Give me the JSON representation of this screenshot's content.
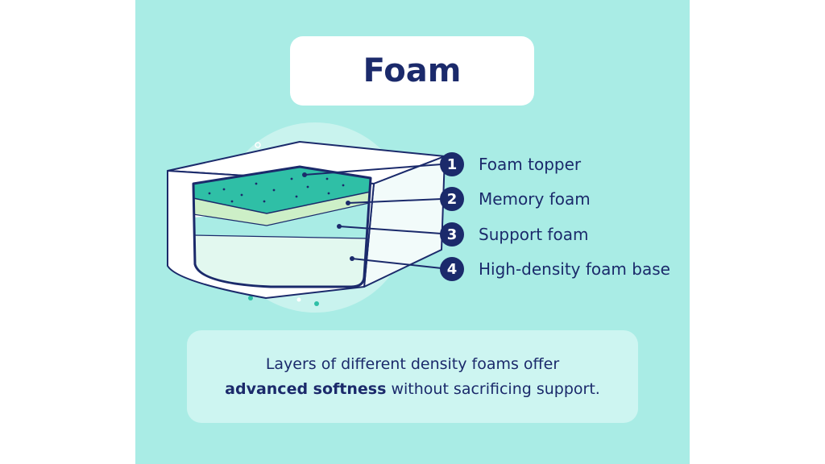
{
  "title": "Foam",
  "layers": [
    {
      "number": "1",
      "label": "Foam topper"
    },
    {
      "number": "2",
      "label": "Memory foam"
    },
    {
      "number": "3",
      "label": "Support foam"
    },
    {
      "number": "4",
      "label": "High-density foam base"
    }
  ],
  "caption": {
    "line1": "Layers of different density foams offer",
    "line2_bold": "advanced softness",
    "line2_rest": " without sacrificing support."
  },
  "colors": {
    "background": "#a9ece5",
    "navy": "#1b2a6b",
    "topper": "#2fbfa6",
    "memory_foam": "#cdefc7",
    "support_foam": "#a9ece5",
    "base_foam": "#e2f8ef"
  }
}
